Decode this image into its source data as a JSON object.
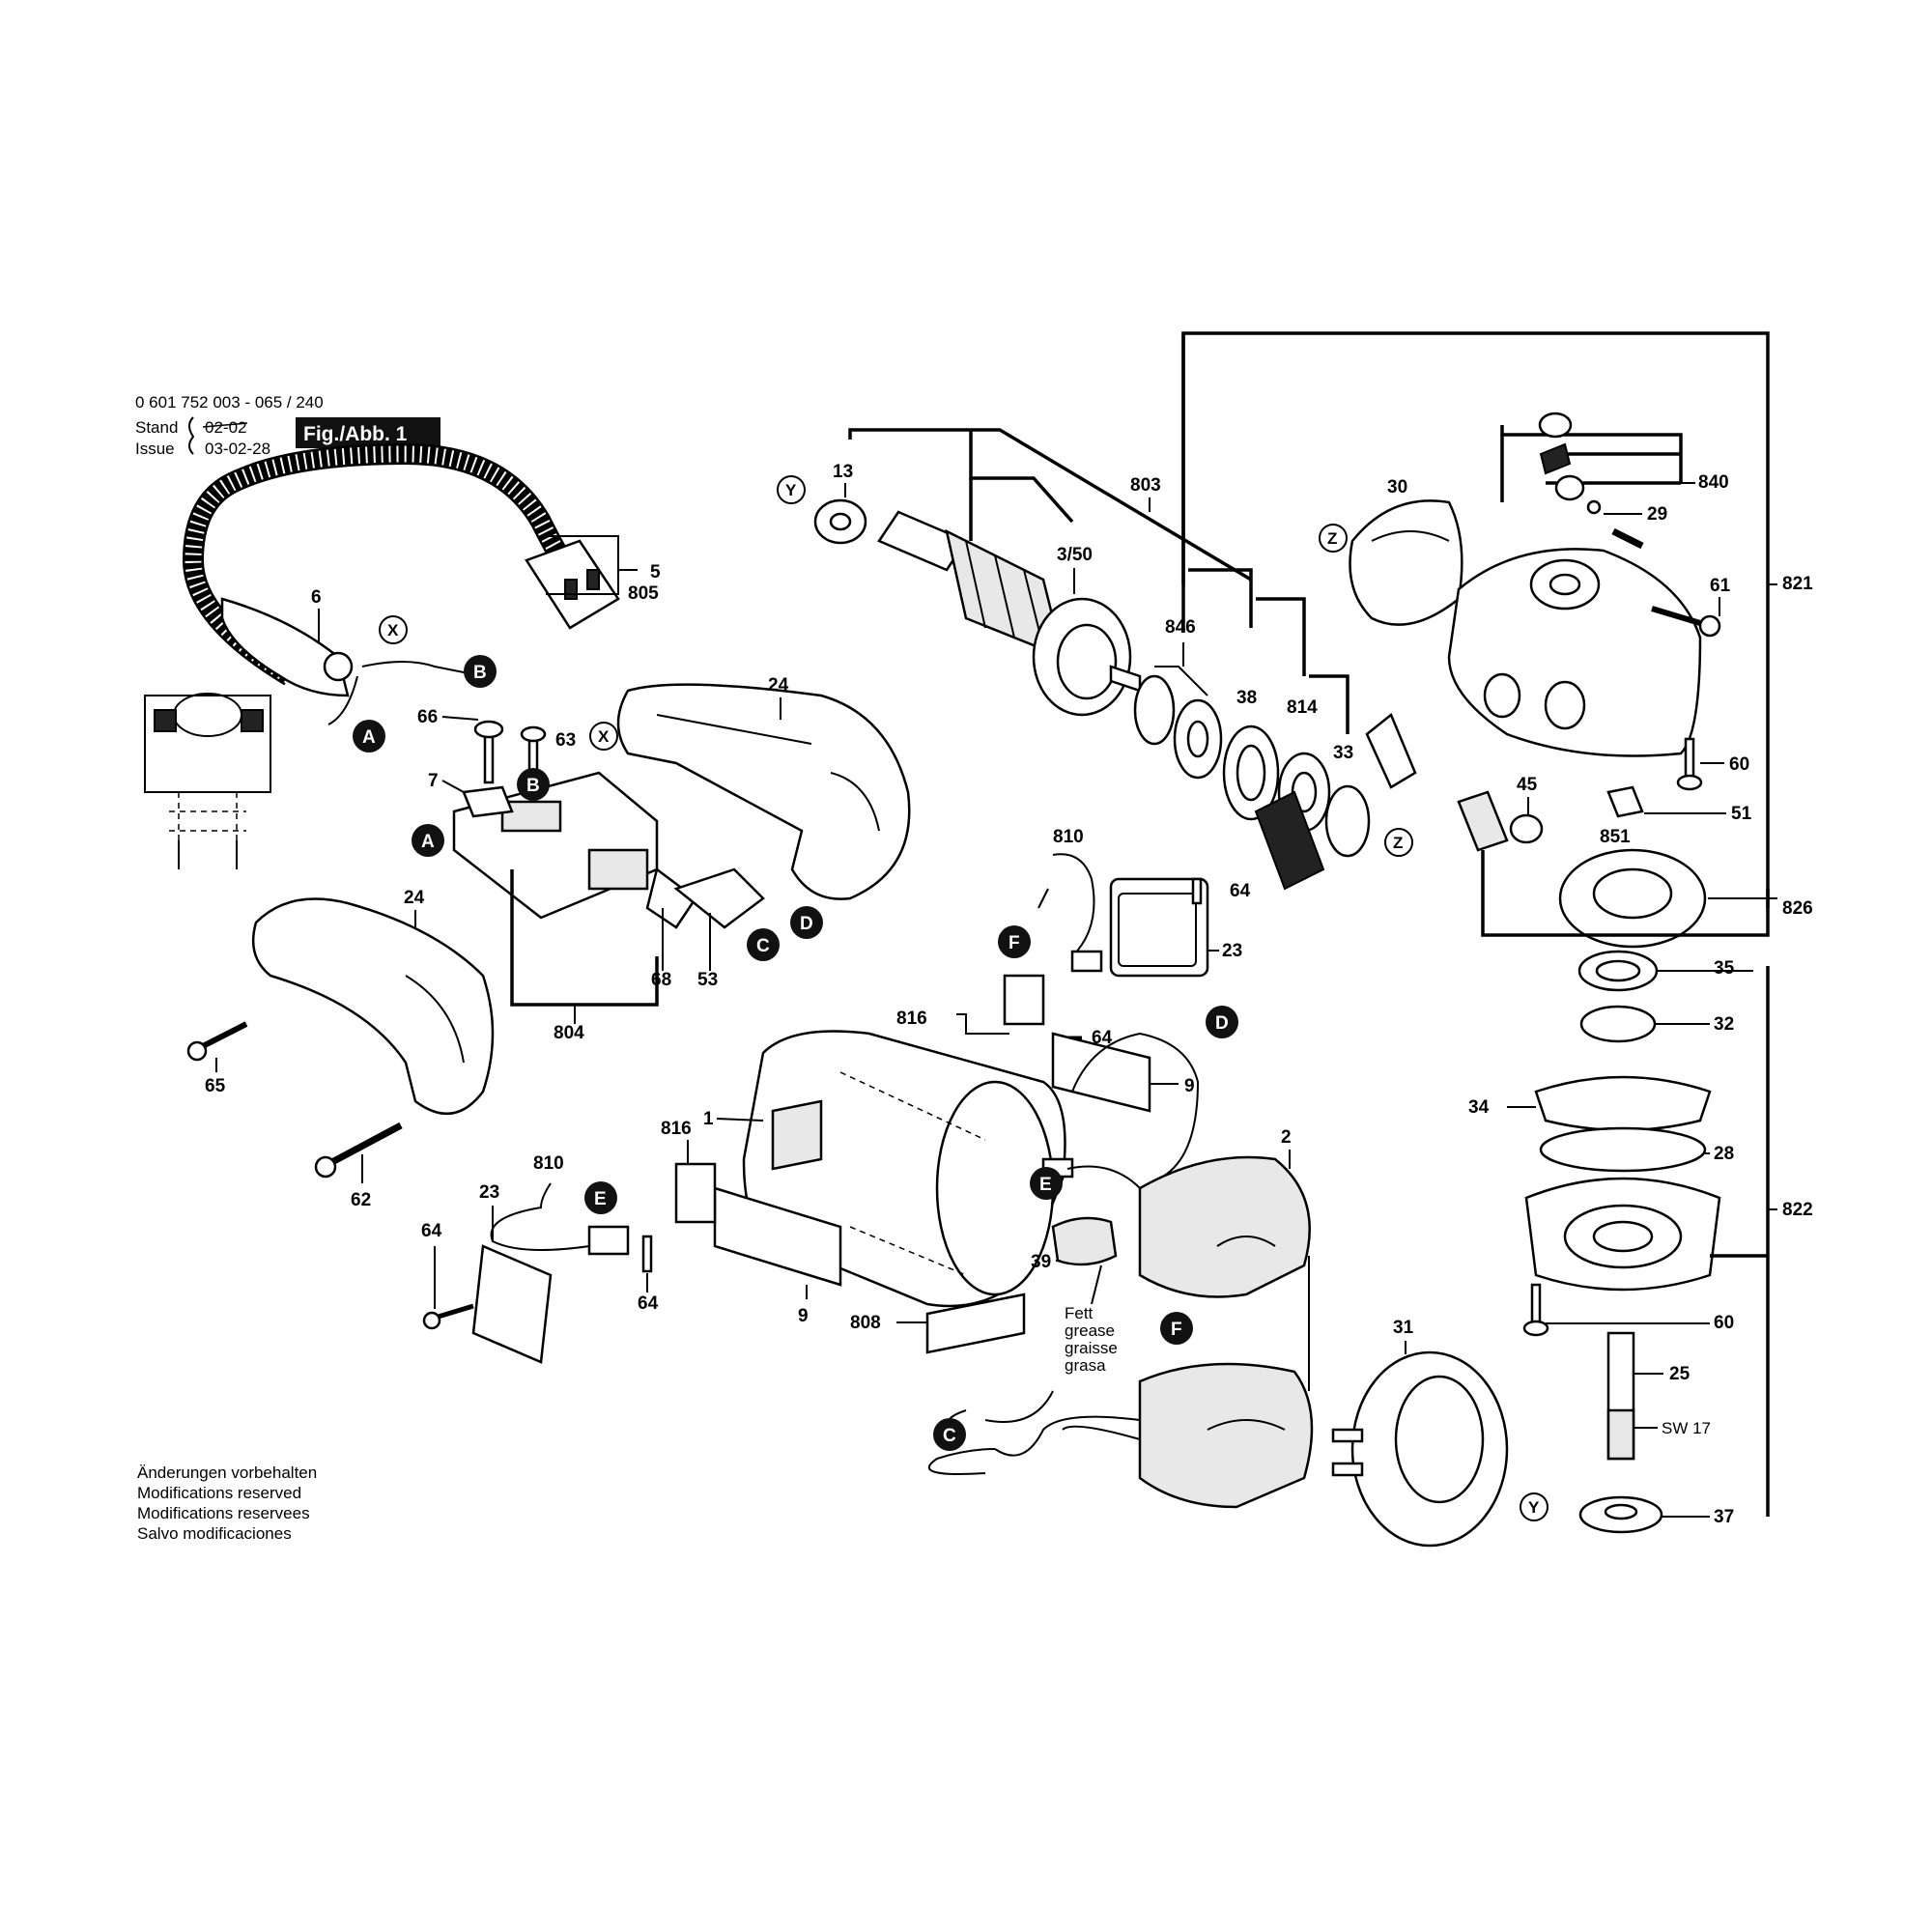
{
  "header": {
    "doc_number": "0 601 752 003 - 065 / 240",
    "stand_label": "Stand",
    "stand_value": "02-02",
    "issue_label": "Issue",
    "issue_value": "03-02-28",
    "figure_label": "Fig./Abb. 1"
  },
  "footer": {
    "notes": [
      "Änderungen vorbehalten",
      "Modifications reserved",
      "Modifications reservees",
      "Salvo modificaciones"
    ]
  },
  "grease_note": [
    "Fett",
    "grease",
    "graisse",
    "grasa"
  ],
  "spindle_note": "SW 17",
  "connectors": [
    "A",
    "B",
    "C",
    "D",
    "E",
    "F"
  ],
  "outline_markers": [
    "X",
    "Y",
    "Z"
  ],
  "part_numbers": {
    "p1": "1",
    "p2": "2",
    "p350": "3/50",
    "p5": "5",
    "p6": "6",
    "p7": "7",
    "p9a": "9",
    "p9b": "9",
    "p13": "13",
    "p23a": "23",
    "p23b": "23",
    "p24a": "24",
    "p24b": "24",
    "p25": "25",
    "p28": "28",
    "p29": "29",
    "p30": "30",
    "p31": "31",
    "p32": "32",
    "p33": "33",
    "p34": "34",
    "p35": "35",
    "p37": "37",
    "p38": "38",
    "p39": "39",
    "p45": "45",
    "p51": "51",
    "p53": "53",
    "p60a": "60",
    "p60b": "60",
    "p61": "61",
    "p62": "62",
    "p63": "63",
    "p64a": "64",
    "p64b": "64",
    "p64c": "64",
    "p64d": "64",
    "p65": "65",
    "p66": "66",
    "p68": "68",
    "p803": "803",
    "p804": "804",
    "p805": "805",
    "p808": "808",
    "p810a": "810",
    "p810b": "810",
    "p814": "814",
    "p816a": "816",
    "p816b": "816",
    "p821": "821",
    "p822": "822",
    "p826": "826",
    "p840": "840",
    "p846": "846",
    "p851": "851"
  }
}
